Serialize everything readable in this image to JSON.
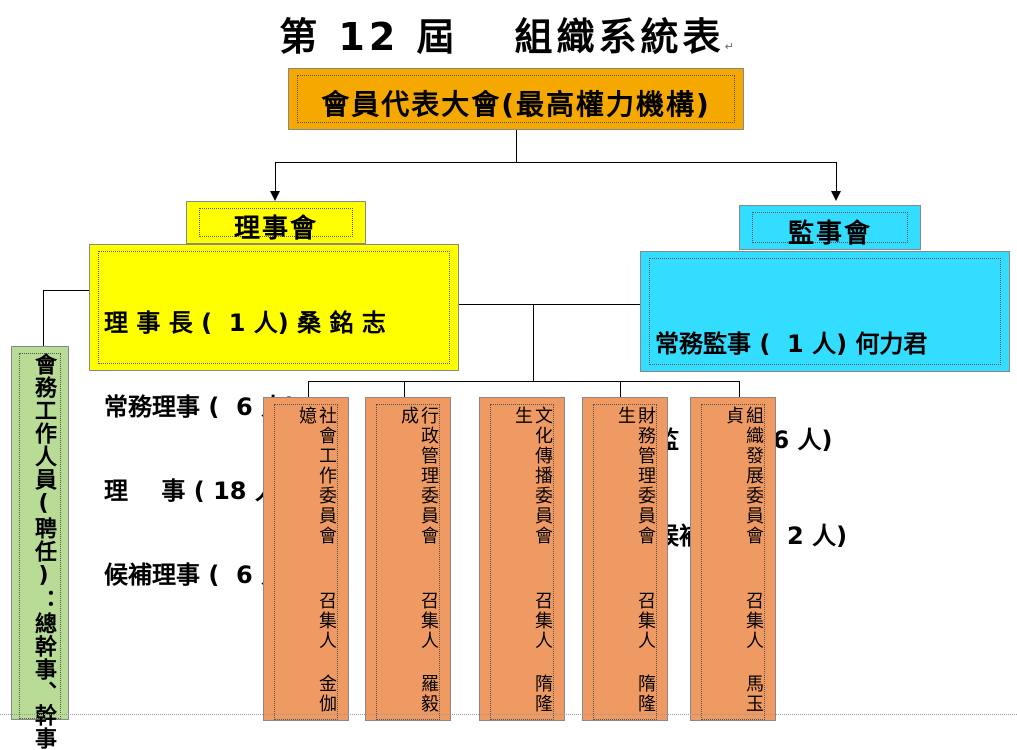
{
  "title": {
    "part1": "第 12 屆",
    "part2": "組織系統表"
  },
  "top_box": {
    "label": "會員代表大會(最高權力機構)"
  },
  "board": {
    "header": "理事會",
    "rows": [
      "理 事 長 (  1 人) 桑 銘 志",
      "常務理事 (  6 人)",
      "理    事 ( 18 人)",
      "候補理事 (  6 人)"
    ]
  },
  "supervisors": {
    "header": "監事會",
    "rows": [
      "常務監事 (  1 人) 何力君",
      "監    事 (  6 人)",
      "候補監事 (  2 人)"
    ]
  },
  "staff": {
    "label": "會務工作人員(聘任)：總幹事、幹事"
  },
  "committees": [
    {
      "name": "社會工作委員會",
      "convener_label": "召集人",
      "convener": "金伽嬑"
    },
    {
      "name": "行政管理委員會",
      "convener_label": "召集人",
      "convener": "羅毅成"
    },
    {
      "name": "文化傳播委員會",
      "convener_label": "召集人",
      "convener": "隋隆生"
    },
    {
      "name": "財務管理委員會",
      "convener_label": "召集人",
      "convener": "隋隆生"
    },
    {
      "name": "組織發展委員會",
      "convener_label": "召集人",
      "convener": "馬玉貞"
    }
  ],
  "colors": {
    "top": "#f5a800",
    "board": "#ffff00",
    "supervisors": "#33ddff",
    "staff": "#b8db96",
    "committee": "#f09a63"
  }
}
